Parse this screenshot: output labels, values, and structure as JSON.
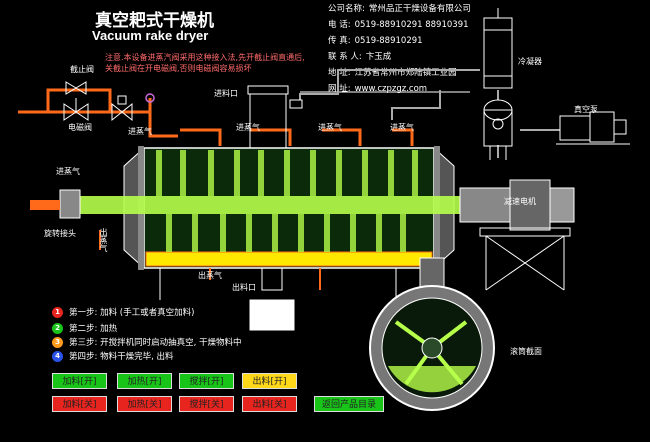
{
  "header": {
    "title_cn": "真空耙式干燥机",
    "title_en": "Vacuum rake dryer"
  },
  "company": {
    "rows": [
      {
        "label": "公司名称:",
        "value": "常州品正干燥设备有限公司"
      },
      {
        "label": "电      话:",
        "value": "0519-88910291  88910391"
      },
      {
        "label": "传      真:",
        "value": "0519-88910291"
      },
      {
        "label": "联  系  人:",
        "value": "卞玉成"
      },
      {
        "label": "地      址:",
        "value": "江苏省常州市郑陆镇工业园"
      },
      {
        "label": "网      址:",
        "value": "www.czpzgz.com"
      }
    ]
  },
  "note": {
    "label": "注意.",
    "text": "本设备进蒸汽阀采用这种接入法,先开截止阀直通后,关截止阀在开电磁阀,否则电磁阀容易损坏"
  },
  "labels": {
    "stop_valve": "截止阀",
    "solenoid_valve": "电磁阀",
    "feed_port": "进料口",
    "steam_in_1": "进蒸气",
    "steam_in_2": "进蒸气",
    "steam_in_3": "进蒸气",
    "steam_in_4": "进蒸气",
    "steam_in_left": "进蒸气",
    "steam_out_left": "出蒸气",
    "rotary_joint": "旋转接头",
    "steam_out_bottom": "出蒸气",
    "discharge_port": "出料口",
    "condenser": "冷凝器",
    "vacuum_pump": "真空泵",
    "reducer_motor": "减速电机",
    "section_view": "滚筒截面"
  },
  "steps": [
    {
      "num": "1",
      "color": "#e8241e",
      "text": "第一步: 加料 (手工或者真空加料)"
    },
    {
      "num": "2",
      "color": "#19c419",
      "text": "第二步: 加热"
    },
    {
      "num": "3",
      "color": "#ff9a1a",
      "text": "第三步: 开搅拌机同时启动抽真空, 干燥物料中"
    },
    {
      "num": "4",
      "color": "#2a52e8",
      "text": "第四步: 物料干燥完毕, 出料"
    }
  ],
  "controls": {
    "row_on": [
      "加料[开]",
      "加热[开]",
      "搅拌[开]",
      "出料[开]"
    ],
    "row_off": [
      "加料[关]",
      "加热[关]",
      "搅拌[关]",
      "出料[关]"
    ],
    "back": "返回产品目录"
  },
  "colors": {
    "pipe_orange": "#ff6a1a",
    "steam_green": "#b6ff4a",
    "material_yellow": "#ffe800",
    "drum_gray": "#8a8a8a",
    "outline": "#ffffff",
    "interior": "#0a2a0a"
  }
}
